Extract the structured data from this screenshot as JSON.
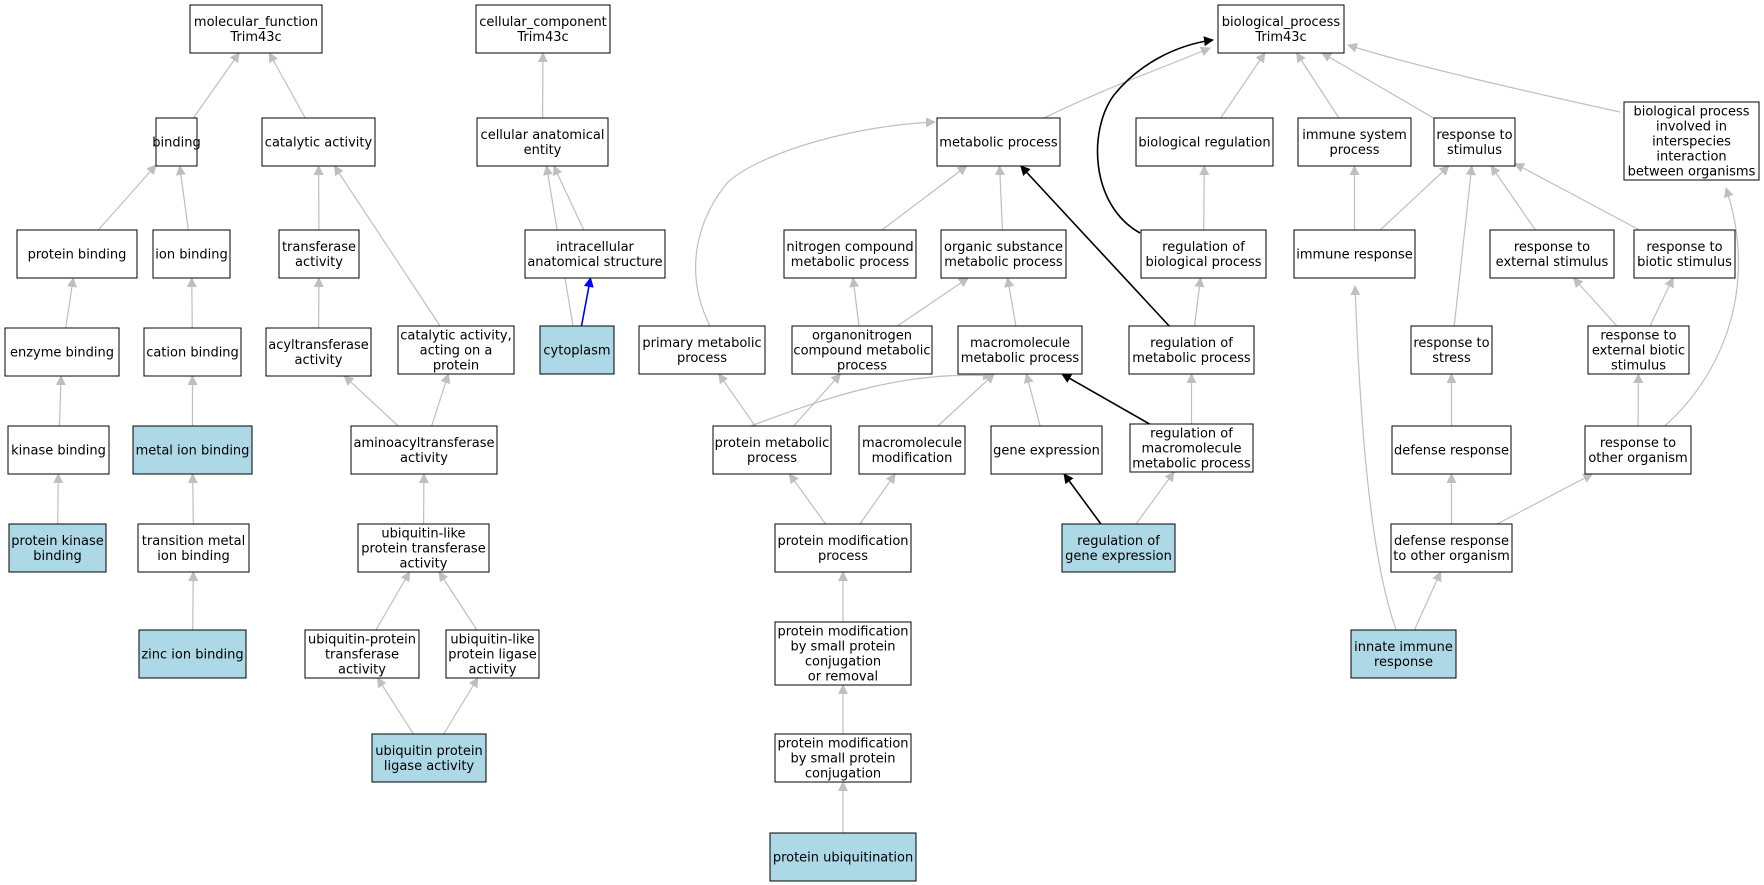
{
  "nodes": {
    "mf": {
      "lines": [
        "molecular_function",
        "Trim43c"
      ],
      "highlighted": false
    },
    "cc": {
      "lines": [
        "cellular_component",
        "Trim43c"
      ],
      "highlighted": false
    },
    "bp": {
      "lines": [
        "biological_process",
        "Trim43c"
      ],
      "highlighted": false
    },
    "binding": {
      "lines": [
        "binding"
      ],
      "highlighted": false
    },
    "catalytic": {
      "lines": [
        "catalytic activity"
      ],
      "highlighted": false
    },
    "cae": {
      "lines": [
        "cellular anatomical",
        "entity"
      ],
      "highlighted": false
    },
    "metabolic": {
      "lines": [
        "metabolic process"
      ],
      "highlighted": false
    },
    "bioreg": {
      "lines": [
        "biological regulation"
      ],
      "highlighted": false
    },
    "immsys": {
      "lines": [
        "immune system",
        "process"
      ],
      "highlighted": false
    },
    "respstim": {
      "lines": [
        "response to",
        "stimulus"
      ],
      "highlighted": false
    },
    "interspecies": {
      "lines": [
        "biological process",
        "involved in",
        "interspecies",
        "interaction",
        "between organisms"
      ],
      "highlighted": false
    },
    "protbind": {
      "lines": [
        "protein binding"
      ],
      "highlighted": false
    },
    "ionbind": {
      "lines": [
        "ion binding"
      ],
      "highlighted": false
    },
    "transferase": {
      "lines": [
        "transferase",
        "activity"
      ],
      "highlighted": false
    },
    "ias": {
      "lines": [
        "intracellular",
        "anatomical structure"
      ],
      "highlighted": false
    },
    "nitrogen": {
      "lines": [
        "nitrogen compound",
        "metabolic process"
      ],
      "highlighted": false
    },
    "organic": {
      "lines": [
        "organic substance",
        "metabolic process"
      ],
      "highlighted": false
    },
    "regbio": {
      "lines": [
        "regulation of",
        "biological process"
      ],
      "highlighted": false
    },
    "immresp": {
      "lines": [
        "immune response"
      ],
      "highlighted": false
    },
    "respext": {
      "lines": [
        "response to",
        "external stimulus"
      ],
      "highlighted": false
    },
    "respbiotic": {
      "lines": [
        "response to",
        "biotic stimulus"
      ],
      "highlighted": false
    },
    "enzbind": {
      "lines": [
        "enzyme binding"
      ],
      "highlighted": false
    },
    "cationbind": {
      "lines": [
        "cation binding"
      ],
      "highlighted": false
    },
    "acyl": {
      "lines": [
        "acyltransferase",
        "activity"
      ],
      "highlighted": false
    },
    "catprot": {
      "lines": [
        "catalytic activity,",
        "acting on a",
        "protein"
      ],
      "highlighted": false
    },
    "cytoplasm": {
      "lines": [
        "cytoplasm"
      ],
      "highlighted": true
    },
    "primary": {
      "lines": [
        "primary metabolic",
        "process"
      ],
      "highlighted": false
    },
    "organonitrogen": {
      "lines": [
        "organonitrogen",
        "compound metabolic",
        "process"
      ],
      "highlighted": false
    },
    "macromet": {
      "lines": [
        "macromolecule",
        "metabolic process"
      ],
      "highlighted": false
    },
    "regmet": {
      "lines": [
        "regulation of",
        "metabolic process"
      ],
      "highlighted": false
    },
    "respstress": {
      "lines": [
        "response to",
        "stress"
      ],
      "highlighted": false
    },
    "respextbiotic": {
      "lines": [
        "response to",
        "external biotic",
        "stimulus"
      ],
      "highlighted": false
    },
    "kinbind": {
      "lines": [
        "kinase binding"
      ],
      "highlighted": false
    },
    "metalion": {
      "lines": [
        "metal ion binding"
      ],
      "highlighted": true
    },
    "aminoacyl": {
      "lines": [
        "aminoacyltransferase",
        "activity"
      ],
      "highlighted": false
    },
    "protmet": {
      "lines": [
        "protein metabolic",
        "process"
      ],
      "highlighted": false
    },
    "macromod": {
      "lines": [
        "macromolecule",
        "modification"
      ],
      "highlighted": false
    },
    "geneexp": {
      "lines": [
        "gene expression"
      ],
      "highlighted": false
    },
    "regmacro": {
      "lines": [
        "regulation of",
        "macromolecule",
        "metabolic process"
      ],
      "highlighted": false
    },
    "defresp": {
      "lines": [
        "defense response"
      ],
      "highlighted": false
    },
    "resporg": {
      "lines": [
        "response to",
        "other organism"
      ],
      "highlighted": false
    },
    "protkin": {
      "lines": [
        "protein kinase",
        "binding"
      ],
      "highlighted": true
    },
    "transmetal": {
      "lines": [
        "transition metal",
        "ion binding"
      ],
      "highlighted": false
    },
    "ubltrans": {
      "lines": [
        "ubiquitin-like",
        "protein transferase",
        "activity"
      ],
      "highlighted": false
    },
    "protmod": {
      "lines": [
        "protein modification",
        "process"
      ],
      "highlighted": false
    },
    "reggene": {
      "lines": [
        "regulation of",
        "gene expression"
      ],
      "highlighted": true
    },
    "defother": {
      "lines": [
        "defense response",
        "to other organism"
      ],
      "highlighted": false
    },
    "zinc": {
      "lines": [
        "zinc ion binding"
      ],
      "highlighted": true
    },
    "ubprottrans": {
      "lines": [
        "ubiquitin-protein",
        "transferase",
        "activity"
      ],
      "highlighted": false
    },
    "ubligase": {
      "lines": [
        "ubiquitin-like",
        "protein ligase",
        "activity"
      ],
      "highlighted": false
    },
    "pmsmall": {
      "lines": [
        "protein modification",
        "by small protein",
        "conjugation",
        "or removal"
      ],
      "highlighted": false
    },
    "innate": {
      "lines": [
        "innate immune",
        "response"
      ],
      "highlighted": true
    },
    "ublig": {
      "lines": [
        "ubiquitin protein",
        "ligase activity"
      ],
      "highlighted": true
    },
    "pmsmallconj": {
      "lines": [
        "protein modification",
        "by small protein",
        "conjugation"
      ],
      "highlighted": false
    },
    "ubiquitination": {
      "lines": [
        "protein ubiquitination"
      ],
      "highlighted": true
    }
  },
  "edges": [
    {
      "from": "binding",
      "to": "mf",
      "type": "is_a"
    },
    {
      "from": "catalytic",
      "to": "mf",
      "type": "is_a"
    },
    {
      "from": "cae",
      "to": "cc",
      "type": "is_a"
    },
    {
      "from": "protbind",
      "to": "binding",
      "type": "is_a"
    },
    {
      "from": "ionbind",
      "to": "binding",
      "type": "is_a"
    },
    {
      "from": "transferase",
      "to": "catalytic",
      "type": "is_a"
    },
    {
      "from": "catprot",
      "to": "catalytic",
      "type": "is_a"
    },
    {
      "from": "enzbind",
      "to": "protbind",
      "type": "is_a"
    },
    {
      "from": "cationbind",
      "to": "ionbind",
      "type": "is_a"
    },
    {
      "from": "acyl",
      "to": "transferase",
      "type": "is_a"
    },
    {
      "from": "kinbind",
      "to": "enzbind",
      "type": "is_a"
    },
    {
      "from": "metalion",
      "to": "cationbind",
      "type": "is_a"
    },
    {
      "from": "aminoacyl",
      "to": "acyl",
      "type": "is_a"
    },
    {
      "from": "aminoacyl",
      "to": "catprot",
      "type": "is_a"
    },
    {
      "from": "protkin",
      "to": "kinbind",
      "type": "is_a"
    },
    {
      "from": "transmetal",
      "to": "metalion",
      "type": "is_a"
    },
    {
      "from": "ubltrans",
      "to": "aminoacyl",
      "type": "is_a"
    },
    {
      "from": "zinc",
      "to": "transmetal",
      "type": "is_a"
    },
    {
      "from": "ubprottrans",
      "to": "ubltrans",
      "type": "is_a"
    },
    {
      "from": "ubligase",
      "to": "ubltrans",
      "type": "is_a"
    },
    {
      "from": "ublig",
      "to": "ubprottrans",
      "type": "is_a"
    },
    {
      "from": "ublig",
      "to": "ubligase",
      "type": "is_a"
    },
    {
      "from": "ias",
      "to": "cae",
      "type": "is_a"
    },
    {
      "from": "cytoplasm",
      "to": "cae",
      "type": "is_a"
    },
    {
      "from": "cytoplasm",
      "to": "ias",
      "type": "part_of"
    },
    {
      "from": "metabolic",
      "to": "bp",
      "type": "is_a"
    },
    {
      "from": "bioreg",
      "to": "bp",
      "type": "is_a"
    },
    {
      "from": "immsys",
      "to": "bp",
      "type": "is_a"
    },
    {
      "from": "respstim",
      "to": "bp",
      "type": "is_a"
    },
    {
      "from": "interspecies",
      "to": "bp",
      "type": "is_a"
    },
    {
      "from": "regbio",
      "to": "bp",
      "type": "regulates"
    },
    {
      "from": "regbio",
      "to": "bioreg",
      "type": "is_a"
    },
    {
      "from": "nitrogen",
      "to": "metabolic",
      "type": "is_a"
    },
    {
      "from": "organic",
      "to": "metabolic",
      "type": "is_a"
    },
    {
      "from": "primary",
      "to": "metabolic",
      "type": "is_a"
    },
    {
      "from": "regmet",
      "to": "metabolic",
      "type": "regulates"
    },
    {
      "from": "regmet",
      "to": "regbio",
      "type": "is_a"
    },
    {
      "from": "organonitrogen",
      "to": "nitrogen",
      "type": "is_a"
    },
    {
      "from": "organonitrogen",
      "to": "organic",
      "type": "is_a"
    },
    {
      "from": "macromet",
      "to": "organic",
      "type": "is_a"
    },
    {
      "from": "protmet",
      "to": "primary",
      "type": "is_a"
    },
    {
      "from": "protmet",
      "to": "organonitrogen",
      "type": "is_a"
    },
    {
      "from": "protmet",
      "to": "macromet",
      "type": "is_a"
    },
    {
      "from": "macromod",
      "to": "macromet",
      "type": "is_a"
    },
    {
      "from": "geneexp",
      "to": "macromet",
      "type": "is_a"
    },
    {
      "from": "regmacro",
      "to": "macromet",
      "type": "regulates"
    },
    {
      "from": "regmacro",
      "to": "regmet",
      "type": "is_a"
    },
    {
      "from": "protmod",
      "to": "protmet",
      "type": "is_a"
    },
    {
      "from": "protmod",
      "to": "macromod",
      "type": "is_a"
    },
    {
      "from": "reggene",
      "to": "geneexp",
      "type": "regulates"
    },
    {
      "from": "reggene",
      "to": "regmacro",
      "type": "is_a"
    },
    {
      "from": "pmsmall",
      "to": "protmod",
      "type": "is_a"
    },
    {
      "from": "pmsmallconj",
      "to": "pmsmall",
      "type": "is_a"
    },
    {
      "from": "ubiquitination",
      "to": "pmsmallconj",
      "type": "is_a"
    },
    {
      "from": "immresp",
      "to": "immsys",
      "type": "is_a"
    },
    {
      "from": "immresp",
      "to": "respstim",
      "type": "is_a"
    },
    {
      "from": "respext",
      "to": "respstim",
      "type": "is_a"
    },
    {
      "from": "respbiotic",
      "to": "respstim",
      "type": "is_a"
    },
    {
      "from": "respstress",
      "to": "respstim",
      "type": "is_a"
    },
    {
      "from": "respextbiotic",
      "to": "respext",
      "type": "is_a"
    },
    {
      "from": "respextbiotic",
      "to": "respbiotic",
      "type": "is_a"
    },
    {
      "from": "resporg",
      "to": "respextbiotic",
      "type": "is_a"
    },
    {
      "from": "resporg",
      "to": "interspecies",
      "type": "is_a"
    },
    {
      "from": "defresp",
      "to": "respstress",
      "type": "is_a"
    },
    {
      "from": "defother",
      "to": "defresp",
      "type": "is_a"
    },
    {
      "from": "defother",
      "to": "resporg",
      "type": "is_a"
    },
    {
      "from": "innate",
      "to": "immresp",
      "type": "is_a"
    },
    {
      "from": "innate",
      "to": "defother",
      "type": "is_a"
    }
  ],
  "colors": {
    "highlight_fill": "#add8e6",
    "node_fill": "#ffffff",
    "node_border": "#000000",
    "is_a": "#bfbfbf",
    "regulates": "#000000",
    "part_of": "#0000ff"
  }
}
